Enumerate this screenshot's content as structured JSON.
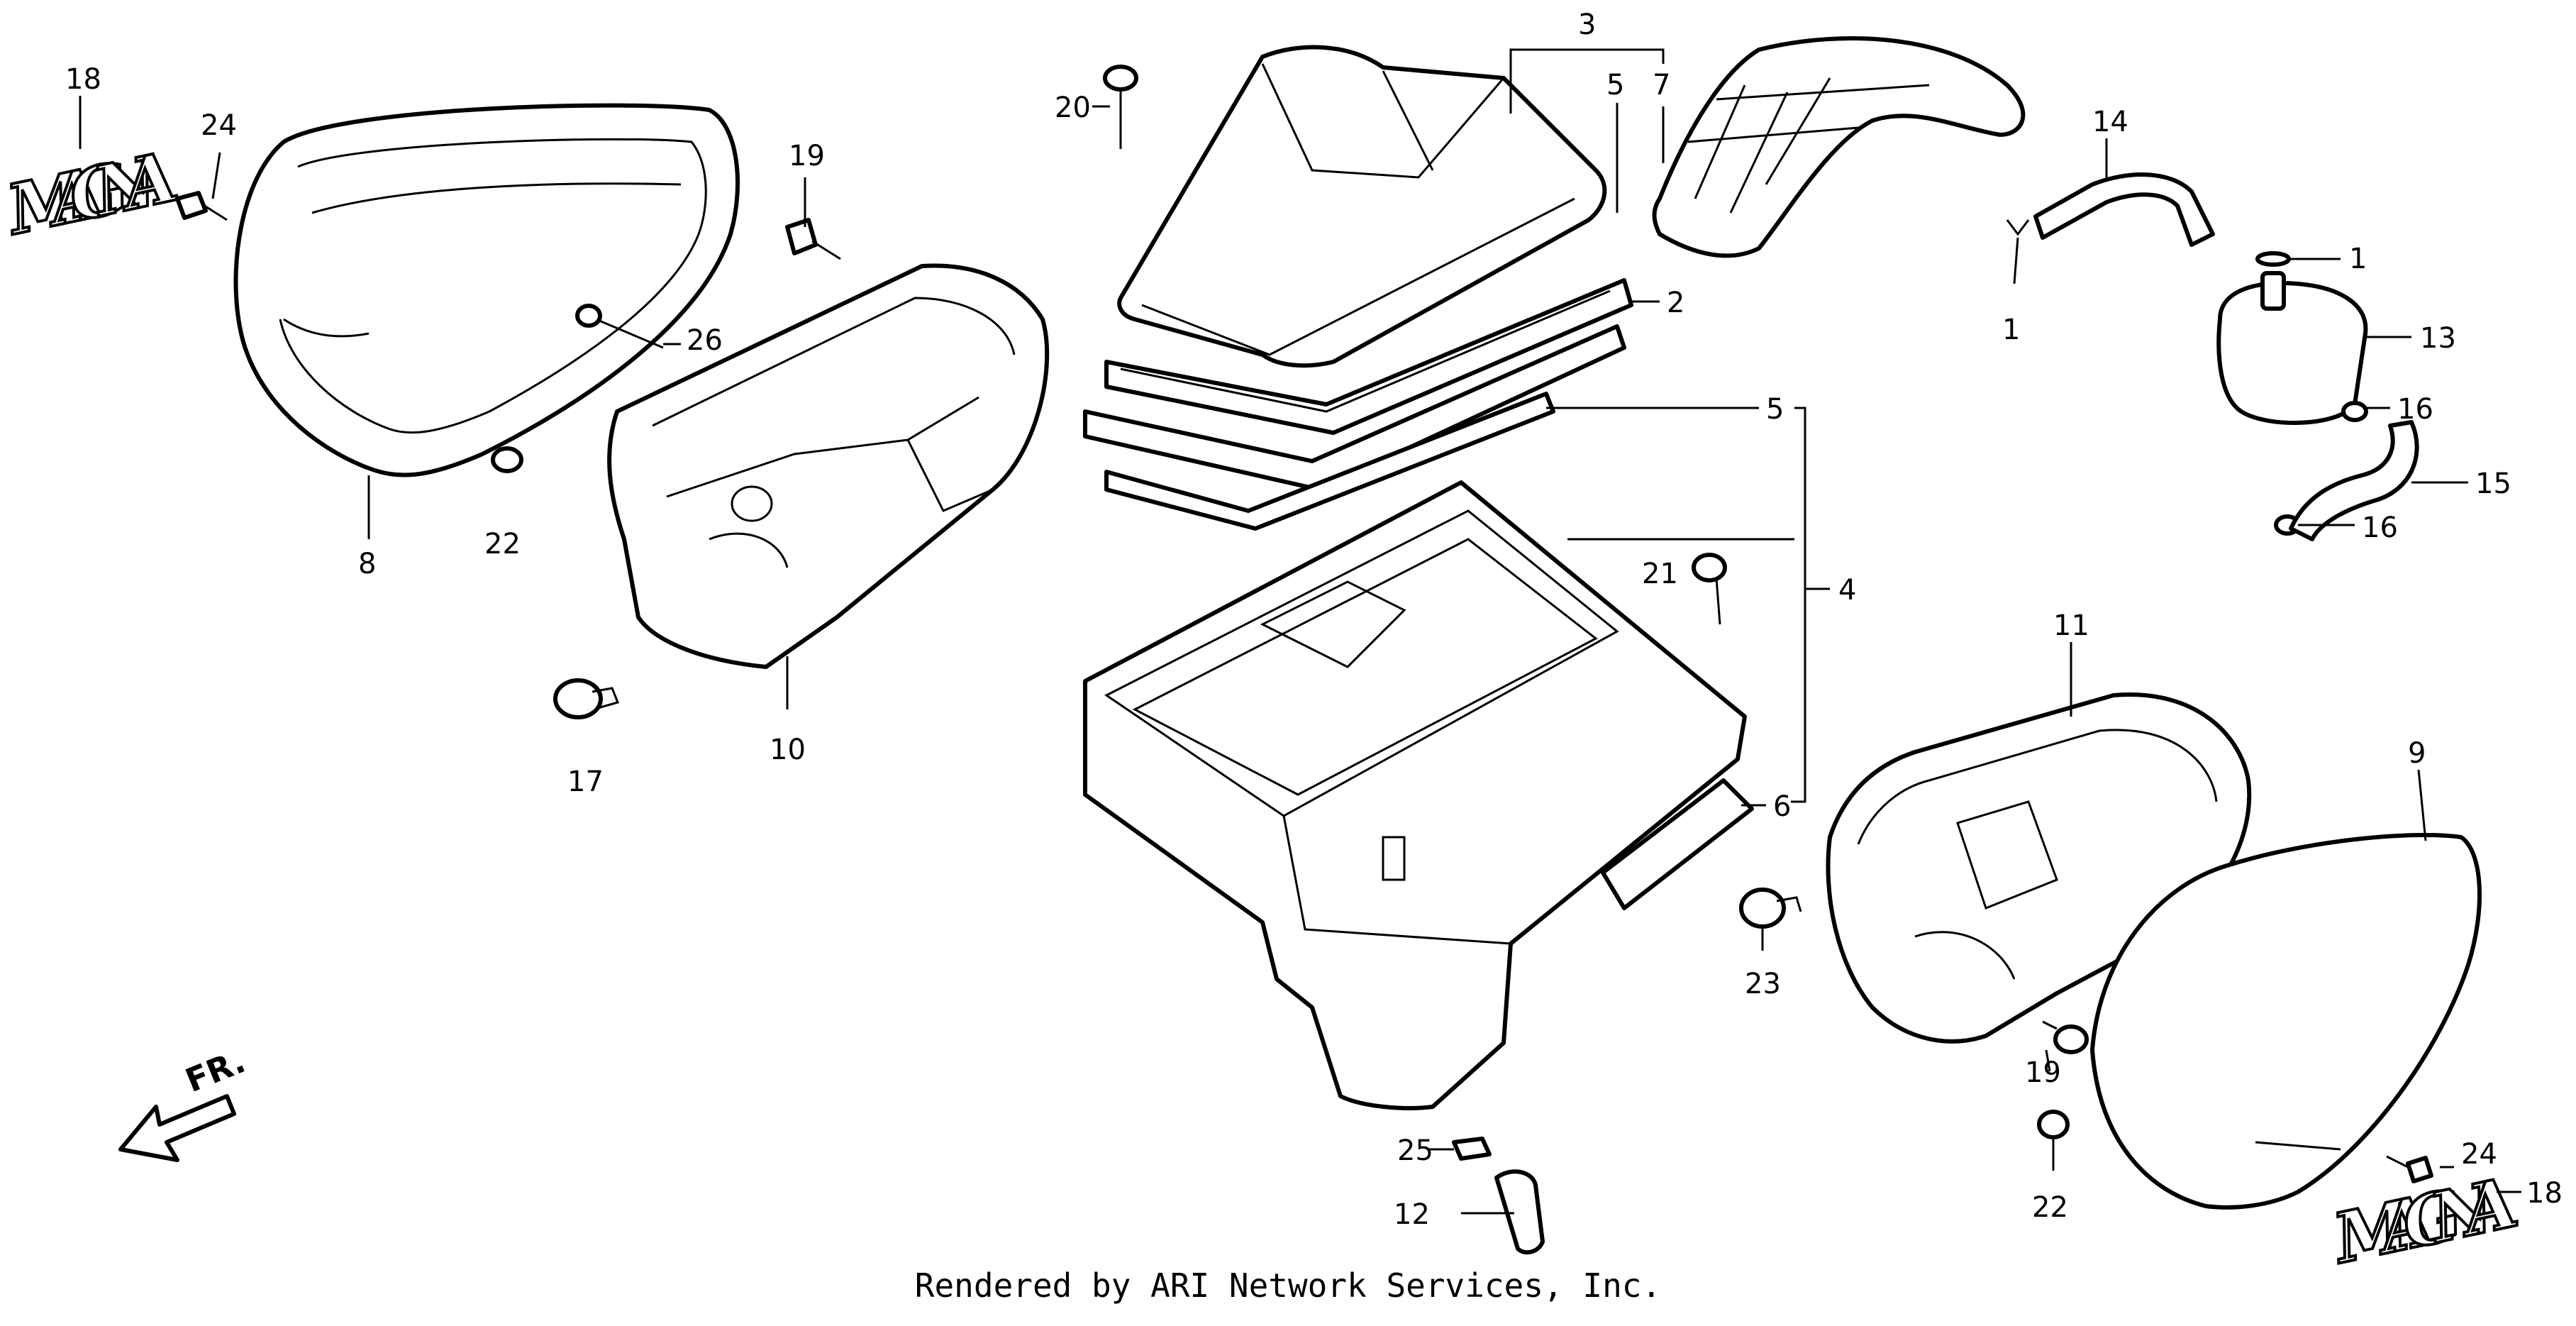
{
  "footer": "Rendered by ARI Network Services, Inc.",
  "direction_label": "FR.",
  "emblem_text": [
    "MAGNA",
    "MAGNA"
  ],
  "callouts": {
    "c18a": "18",
    "c24a": "24",
    "c19a": "19",
    "c26": "26",
    "c8": "8",
    "c22a": "22",
    "c10": "10",
    "c17": "17",
    "c20": "20",
    "c3": "3",
    "c5a": "5",
    "c7": "7",
    "c2": "2",
    "c5b": "5",
    "c4": "4",
    "c21": "21",
    "c6": "6",
    "c14": "14",
    "c1a": "1",
    "c1b": "1",
    "c13": "13",
    "c16a": "16",
    "c15": "15",
    "c16b": "16",
    "c11": "11",
    "c9": "9",
    "c23": "23",
    "c19b": "19",
    "c22b": "22",
    "c25": "25",
    "c12": "12",
    "c24b": "24",
    "c18b": "18"
  }
}
